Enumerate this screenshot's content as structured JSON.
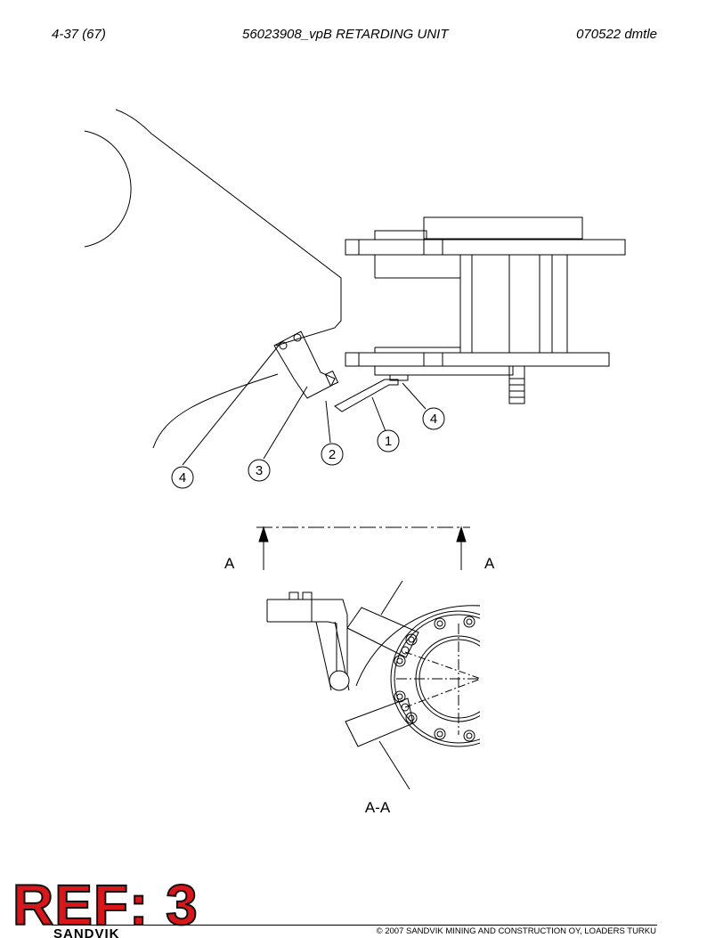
{
  "header": {
    "page_ref": "4-37 (67)",
    "doc_title": "56023908_vpB RETARDING UNIT",
    "doc_code": "070522 dmtle"
  },
  "drawing": {
    "balloons": [
      "4",
      "3",
      "2",
      "1",
      "4"
    ],
    "section_marks": [
      "A",
      "A"
    ],
    "section_caption": "A-A"
  },
  "stamp": {
    "text": "REF: 3"
  },
  "footer": {
    "logo": "SANDVIK",
    "copyright": "© 2007 SANDVIK MINING AND CONSTRUCTION OY, LOADERS TURKU"
  }
}
